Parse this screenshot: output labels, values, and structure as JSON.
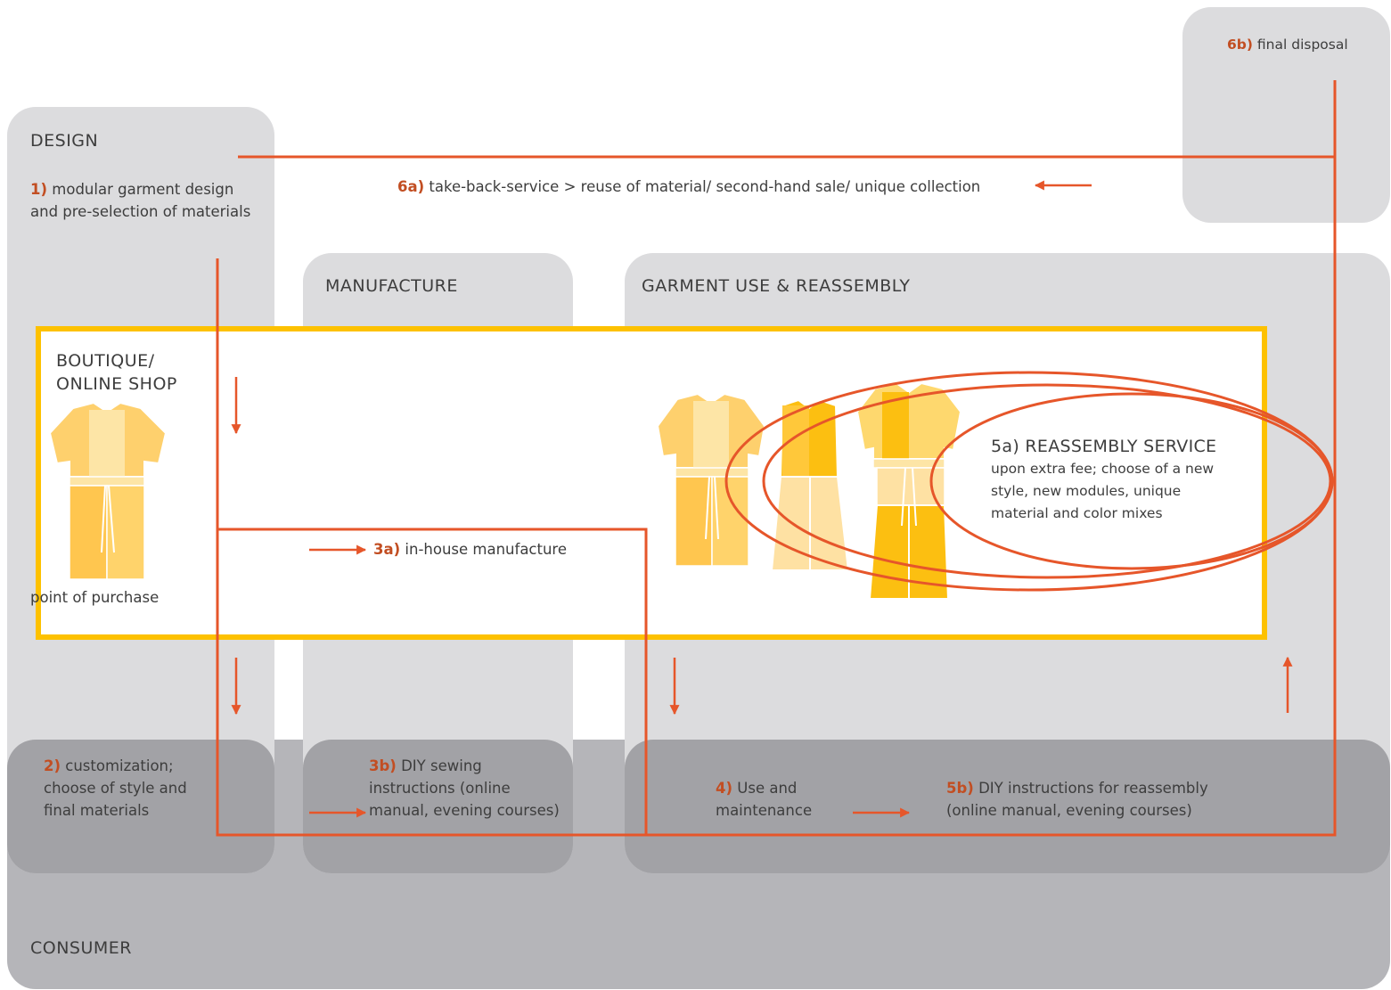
{
  "panels": {
    "design": "DESIGN",
    "manufacture": "MANUFACTURE",
    "garment_use": "GARMENT USE & REASSEMBLY",
    "consumer": "CONSUMER"
  },
  "boutique": {
    "title_line1": "BOUTIQUE/",
    "title_line2": "ONLINE SHOP",
    "caption": "point of purchase"
  },
  "steps": {
    "s1": {
      "num": "1)",
      "text_line1": "modular garment design",
      "text_line2": "and pre-selection of materials"
    },
    "s2": {
      "num": "2)",
      "text_line1": "customization;",
      "text_line2": "choose of style and",
      "text_line3": "final materials"
    },
    "s3a": {
      "num": "3a)",
      "text": "in-house manufacture"
    },
    "s3b": {
      "num": "3b)",
      "text_line1": "DIY sewing",
      "text_line2": "instructions (online",
      "text_line3": "manual, evening courses)"
    },
    "s4": {
      "num": "4)",
      "text_line1": "Use and",
      "text_line2": "maintenance"
    },
    "s5a": {
      "num": "5a)",
      "title": "REASSEMBLY SERVICE",
      "text_line1": "upon extra fee; choose of a new",
      "text_line2": "style, new modules, unique",
      "text_line3": "material and color mixes"
    },
    "s5b": {
      "num": "5b)",
      "text_line1": "DIY instructions for reassembly",
      "text_line2": "(online manual, evening courses)"
    },
    "s6a": {
      "num": "6a)",
      "text": "take-back-service > reuse of material/ second-hand sale/ unique collection"
    },
    "s6b": {
      "num": "6b)",
      "text": "final disposal"
    }
  },
  "colors": {
    "flow_line": "#e6562a",
    "shop_border": "#fdc100",
    "panel_light": "#dcdcde",
    "panel_dark": "#a2a2a6",
    "consumer_bg": "#b5b5b9"
  }
}
